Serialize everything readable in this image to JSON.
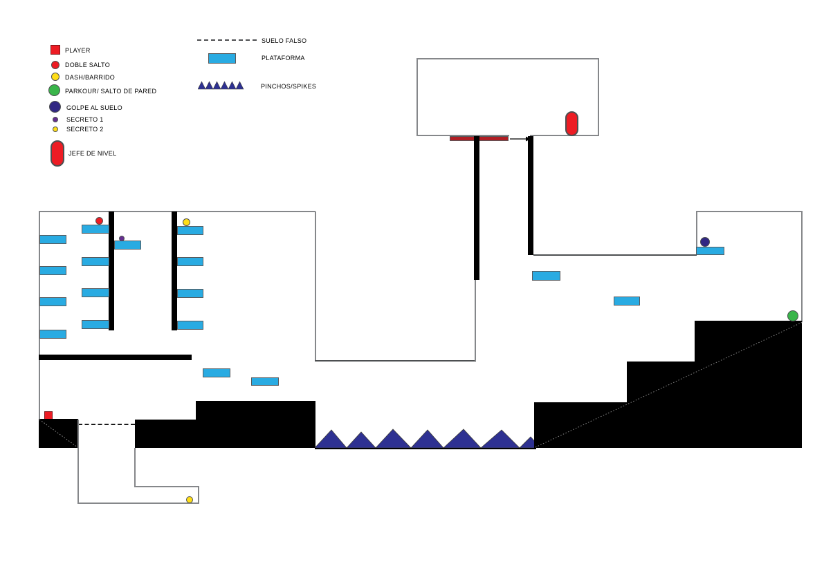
{
  "colors": {
    "platform_blue": "#29abe2",
    "player_red": "#ed1c24",
    "dark_red_platform": "#b01e24",
    "spike_navy": "#2e3192",
    "golpe_navy": "#312783",
    "secret_purple": "#662d91",
    "secret_yellow": "#ffde17",
    "parkour_green": "#39b54a",
    "wall_black": "#000000"
  },
  "legend": {
    "items": [
      {
        "label": "PLAYER",
        "marker": "red-square"
      },
      {
        "label": "DOBLE SALTO",
        "marker": "red-circle"
      },
      {
        "label": "DASH/BARRIDO",
        "marker": "yellow-circle"
      },
      {
        "label": "PARKOUR/ SALTO DE PARED",
        "marker": "green-circle"
      },
      {
        "label": "GOLPE AL SUELO",
        "marker": "navy-circle"
      },
      {
        "label": "SECRETO 1",
        "marker": "purple-dot"
      },
      {
        "label": "SECRETO 2",
        "marker": "yellow-dot"
      },
      {
        "label": "JEFE DE NIVEL",
        "marker": "red-capsule"
      }
    ],
    "symbols": [
      {
        "label": "SUELO FALSO",
        "marker": "dashed-line"
      },
      {
        "label": "PLATAFORMA",
        "marker": "blue-platform"
      },
      {
        "label": "PINCHOS/SPIKES",
        "marker": "spike-row"
      }
    ]
  }
}
